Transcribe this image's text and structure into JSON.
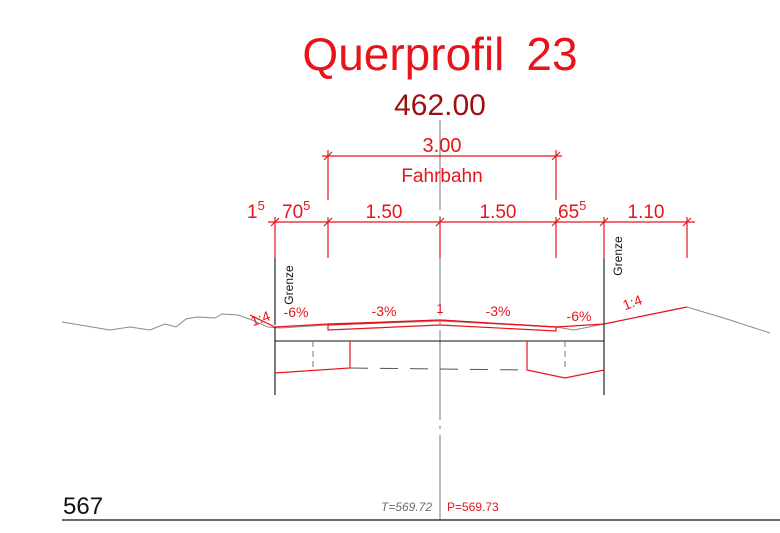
{
  "title": {
    "label": "Querprofil",
    "number": "23"
  },
  "station": "462.00",
  "dimensions": {
    "total_width": "3.00",
    "lane_label": "Fahrbahn",
    "left_edge_main": "1",
    "left_edge_sup": "5",
    "left_shoulder_main": "70",
    "left_shoulder_sup": "5",
    "left_lane": "1.50",
    "right_lane": "1.50",
    "right_shoulder_main": "65",
    "right_shoulder_sup": "5",
    "right_slope_width": "1.10"
  },
  "boundary_labels": {
    "left": "Grenze",
    "right": "Grenze"
  },
  "slopes": {
    "left_embankment": "1:4",
    "left_shoulder": "-6%",
    "left_lane": "-3%",
    "crown": "1",
    "right_lane": "-3%",
    "right_shoulder": "-6%",
    "right_embankment": "1:4"
  },
  "elevations": {
    "datum": "567",
    "terrain": "T=569.72",
    "profile": "P=569.73"
  },
  "colors": {
    "design": "#e8141b",
    "station": "#9b1010",
    "terrain": "#8a8a8a",
    "structure": "#111111"
  }
}
